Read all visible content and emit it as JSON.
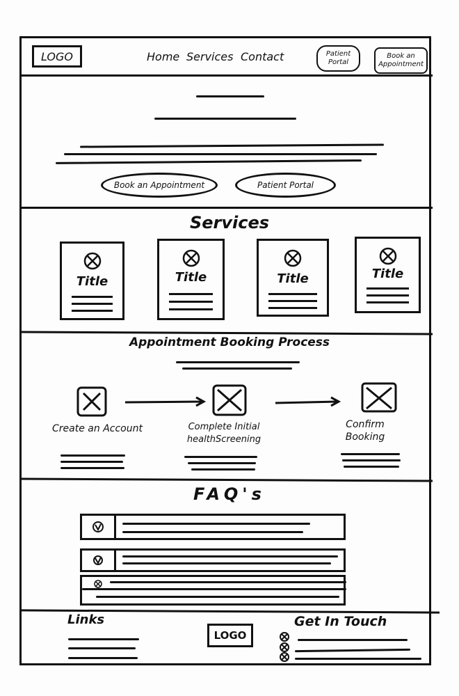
{
  "header": {
    "logo": "LOGO",
    "nav": [
      "Home",
      "Services",
      "Contact"
    ],
    "patient_portal": "Patient Portal",
    "book_appointment": "Book an Appointment"
  },
  "hero": {
    "book_appointment": "Book an Appointment",
    "patient_portal": "Patient Portal"
  },
  "services": {
    "heading": "Services",
    "cards": [
      {
        "title": "Title"
      },
      {
        "title": "Title"
      },
      {
        "title": "Title"
      },
      {
        "title": "Title"
      }
    ]
  },
  "process": {
    "heading": "Appointment Booking Process",
    "steps": [
      {
        "label": "Create an Account"
      },
      {
        "label": "Complete Initial healthScreening"
      },
      {
        "label": "Confirm Booking"
      }
    ]
  },
  "faq": {
    "heading": "FAQ's"
  },
  "footer": {
    "links_heading": "Links",
    "logo": "LOGO",
    "contact_heading": "Get In Touch"
  }
}
